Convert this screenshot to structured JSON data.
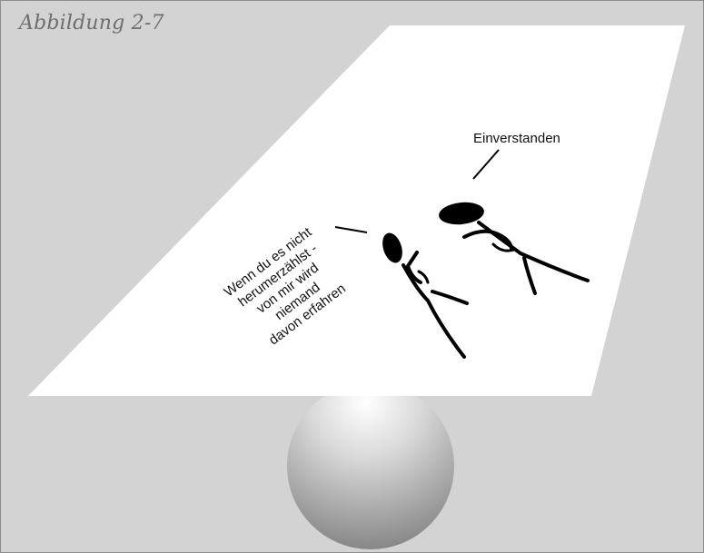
{
  "figure": {
    "caption": "Abbildung 2-7",
    "speech_left": "Wenn du es nicht\nherumerzählst -\nvon mir wird\nniemand\ndavon erfahren",
    "speech_right": "Einverstanden"
  },
  "colors": {
    "background": "#d3d3d3",
    "sheet": "#ffffff",
    "ink": "#000000",
    "caption": "#6e6e6e"
  }
}
